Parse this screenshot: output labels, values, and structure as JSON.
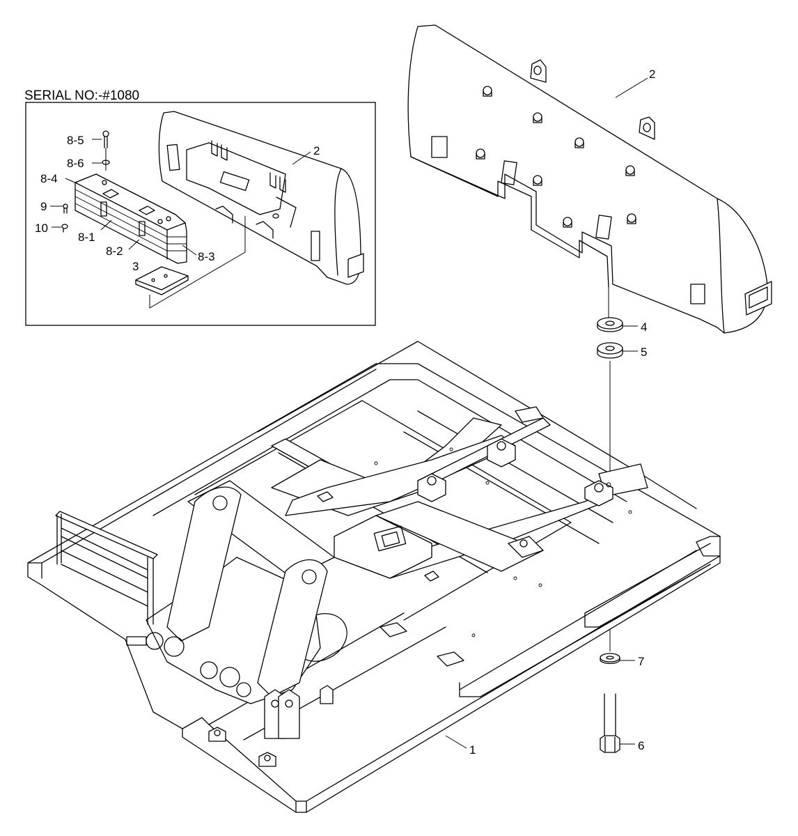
{
  "inset": {
    "serial_text": "SERIAL NO:-#1080",
    "callouts": {
      "c2": "2",
      "c3": "3",
      "c8_1": "8-1",
      "c8_2": "8-2",
      "c8_3": "8-3",
      "c8_4": "8-4",
      "c8_5": "8-5",
      "c8_6": "8-6",
      "c9": "9",
      "c10": "10"
    }
  },
  "main": {
    "callouts": {
      "c1": "1",
      "c2": "2",
      "c4": "4",
      "c5": "5",
      "c6": "6",
      "c7": "7"
    }
  },
  "colors": {
    "line": "#000000",
    "background": "#ffffff"
  }
}
